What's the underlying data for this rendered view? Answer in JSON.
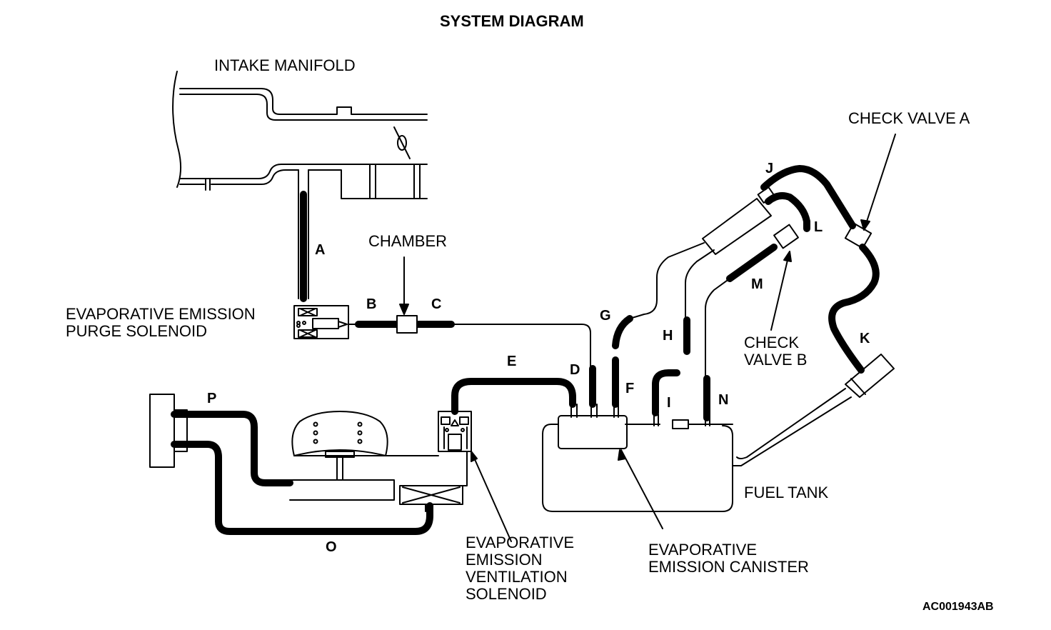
{
  "title": "SYSTEM DIAGRAM",
  "component_labels": {
    "intake_manifold": "INTAKE MANIFOLD",
    "chamber": "CHAMBER",
    "purge_solenoid_line1": "EVAPORATIVE EMISSION",
    "purge_solenoid_line2": "PURGE SOLENOID",
    "check_valve_a": "CHECK VALVE A",
    "check_valve_b_line1": "CHECK",
    "check_valve_b_line2": "VALVE B",
    "ventilation_solenoid_line1": "EVAPORATIVE",
    "ventilation_solenoid_line2": "EMISSION",
    "ventilation_solenoid_line3": "VENTILATION",
    "ventilation_solenoid_line4": "SOLENOID",
    "canister_line1": "EVAPORATIVE",
    "canister_line2": "EMISSION CANISTER",
    "fuel_tank": "FUEL TANK"
  },
  "hose_labels": {
    "A": "A",
    "B": "B",
    "C": "C",
    "D": "D",
    "E": "E",
    "F": "F",
    "G": "G",
    "H": "H",
    "I": "I",
    "J": "J",
    "K": "K",
    "L": "L",
    "M": "M",
    "N": "N",
    "O": "O",
    "P": "P"
  },
  "figure_code": "AC001943AB",
  "colors": {
    "line": "#000000",
    "background": "#ffffff"
  }
}
